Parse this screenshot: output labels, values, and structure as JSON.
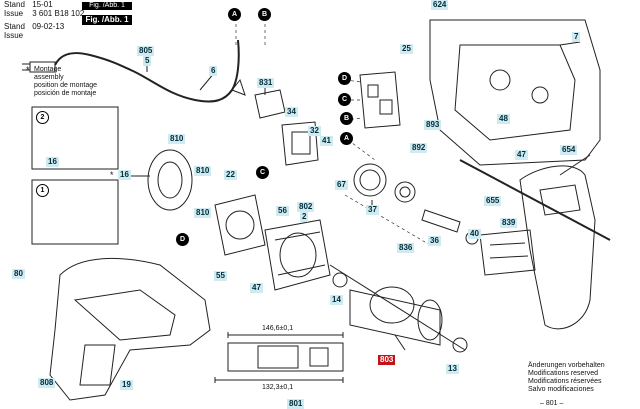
{
  "header": {
    "rows": [
      {
        "key": "Stand",
        "value": "15-01"
      },
      {
        "key": "Issue",
        "value": "3 601 B18 102"
      },
      {
        "key": "Stand",
        "value": "09-02-13"
      },
      {
        "key": "Issue",
        "value": ""
      }
    ],
    "fig_label": "Fig. /Abb. 1",
    "fig_label_top": "Fig. /Abb. 1",
    "corner_number": "624"
  },
  "montage_note": {
    "star": "*",
    "lines": [
      "Montage",
      "assembly",
      "position de montage",
      "posición de montaje"
    ]
  },
  "star16": "*",
  "part_labels": [
    {
      "id": "805",
      "text": "805"
    },
    {
      "id": "5",
      "text": "5"
    },
    {
      "id": "6",
      "text": "6"
    },
    {
      "id": "831",
      "text": "831"
    },
    {
      "id": "34",
      "text": "34"
    },
    {
      "id": "32",
      "text": "32"
    },
    {
      "id": "41",
      "text": "41"
    },
    {
      "id": "810a",
      "text": "810"
    },
    {
      "id": "810b",
      "text": "810"
    },
    {
      "id": "810c",
      "text": "810"
    },
    {
      "id": "16a",
      "text": "16"
    },
    {
      "id": "16b",
      "text": "16"
    },
    {
      "id": "22",
      "text": "22"
    },
    {
      "id": "56",
      "text": "56"
    },
    {
      "id": "802",
      "text": "802"
    },
    {
      "id": "2",
      "text": "2"
    },
    {
      "id": "55",
      "text": "55"
    },
    {
      "id": "67",
      "text": "67"
    },
    {
      "id": "37",
      "text": "37"
    },
    {
      "id": "836",
      "text": "836"
    },
    {
      "id": "36",
      "text": "36"
    },
    {
      "id": "40",
      "text": "40"
    },
    {
      "id": "892",
      "text": "892"
    },
    {
      "id": "893",
      "text": "893"
    },
    {
      "id": "25",
      "text": "25"
    },
    {
      "id": "48",
      "text": "48"
    },
    {
      "id": "47",
      "text": "47"
    },
    {
      "id": "654",
      "text": "654"
    },
    {
      "id": "655",
      "text": "655"
    },
    {
      "id": "839",
      "text": "839"
    },
    {
      "id": "14",
      "text": "14"
    },
    {
      "id": "803",
      "text": "803"
    },
    {
      "id": "13",
      "text": "13"
    },
    {
      "id": "19",
      "text": "19"
    },
    {
      "id": "808",
      "text": "808"
    },
    {
      "id": "47b",
      "text": "47"
    },
    {
      "id": "801",
      "text": "801"
    },
    {
      "id": "80",
      "text": "80"
    },
    {
      "id": "7",
      "text": "7"
    },
    {
      "id": "624",
      "text": "624"
    }
  ],
  "callouts": [
    {
      "id": "A1",
      "text": "A"
    },
    {
      "id": "B1",
      "text": "B"
    },
    {
      "id": "D1",
      "text": "D"
    },
    {
      "id": "C1",
      "text": "C"
    },
    {
      "id": "B2",
      "text": "B"
    },
    {
      "id": "A2",
      "text": "A"
    },
    {
      "id": "C2",
      "text": "C"
    },
    {
      "id": "D2",
      "text": "D"
    },
    {
      "id": "n2",
      "text": "2"
    },
    {
      "id": "n1",
      "text": "1"
    }
  ],
  "dimensions": {
    "d1": "146,6±0,1",
    "d2": "132,3±0,1"
  },
  "disclaimer": [
    "Änderungen vorbehalten",
    "Modifications reserved",
    "Modifications réservées",
    "Salvo modificaciones"
  ],
  "footer": "– 801 –"
}
